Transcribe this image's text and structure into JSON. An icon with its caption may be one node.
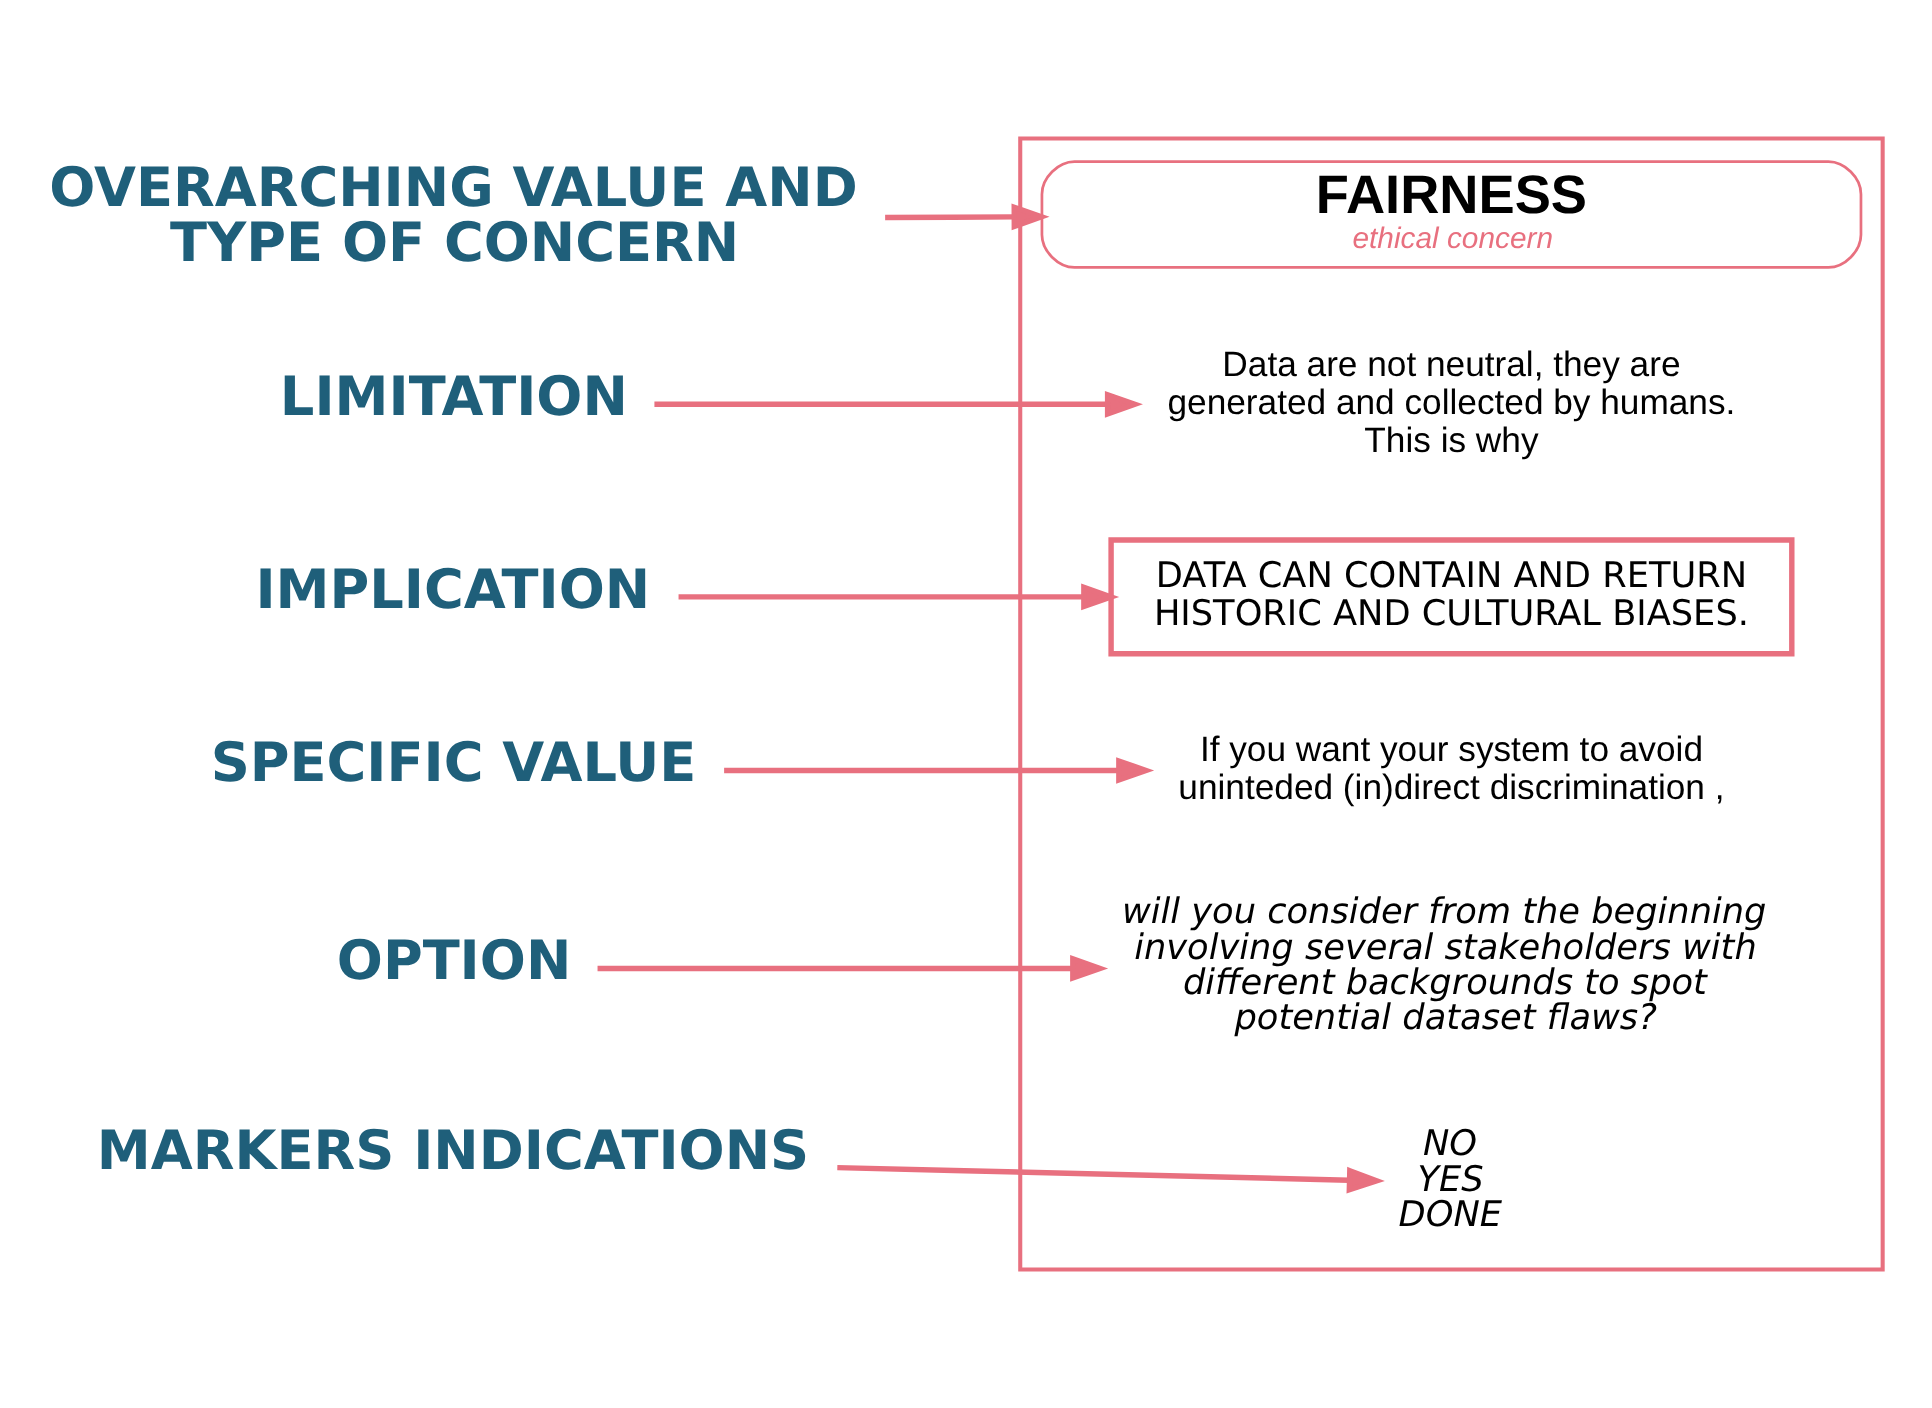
{
  "diagram": {
    "nodes": [
      {
        "text": [
          "OVERARCHING VALUE AND TYPE OF CONCERN"
        ]
      },
      {
        "text": [
          "LIMITATION"
        ]
      },
      {
        "text": [
          "IMPLICATION"
        ]
      },
      {
        "text": [
          "SPECIFIC VALUE"
        ]
      },
      {
        "text": [
          "OPTION"
        ]
      },
      {
        "text": [
          "MARKERS INDICATIONS"
        ]
      },
      {
        "text": [],
        "shape": "box"
      },
      {
        "text": [
          "FAIRNESS",
          "ethical concern"
        ],
        "in": 6
      },
      {
        "text": [
          "Data are not neutral, they are generated and collected by humans. This is why"
        ],
        "in": 6
      },
      {
        "text": [
          "DATA CAN CONTAIN AND RETURN HISTORIC AND CULTURAL BIASES."
        ],
        "in": 6
      },
      {
        "text": [
          "If you want your system to avoid uninteded (in)direct discrimination ,"
        ],
        "in": 6
      },
      {
        "text": [
          "will you consider from the beginning involving several stakeholders with different backgrounds to spot potential dataset flaws?"
        ],
        "in": 6
      },
      {
        "text": [
          "NO",
          "YES",
          "DONE"
        ],
        "in": 6
      }
    ],
    "edges": [
      {
        "from": 0,
        "to": 7,
        "arrow": "to"
      },
      {
        "from": 1,
        "to": 8,
        "arrow": "to"
      },
      {
        "from": 2,
        "to": 9,
        "arrow": "to"
      },
      {
        "from": 3,
        "to": 10,
        "arrow": "to"
      },
      {
        "from": 4,
        "to": 11,
        "arrow": "to"
      },
      {
        "from": 5,
        "to": 12,
        "arrow": "to"
      }
    ]
  }
}
